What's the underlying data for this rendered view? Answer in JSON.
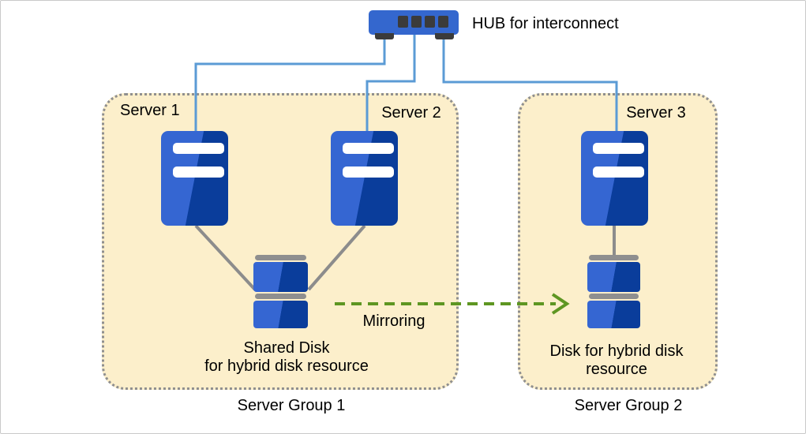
{
  "hub": {
    "label": "HUB for interconnect"
  },
  "groups": {
    "g1": {
      "title": "Server Group 1",
      "server1_label": "Server 1",
      "server2_label": "Server 2",
      "disk_label_line1": "Shared Disk",
      "disk_label_line2": "for hybrid disk resource"
    },
    "g2": {
      "title": "Server Group 2",
      "server3_label": "Server 3",
      "disk_label_line1": "Disk for hybrid disk",
      "disk_label_line2": "resource"
    }
  },
  "mirroring": {
    "label": "Mirroring"
  },
  "colors": {
    "group_fill": "#FCEFCB",
    "group_border_dotted": "#8F8F8F",
    "icon_blue_light": "#3566D2",
    "icon_blue_dark": "#0A3D9B",
    "hub_blue": "#3467CE",
    "hub_port_dark": "#3B3B3B",
    "interconnect_line_blue": "#5B9BD5",
    "disk_link_gray": "#8C8C8C",
    "disk_cap_gray": "#8F8F8F",
    "mirroring_arrow_green": "#5E9622",
    "canvas_border": "#C9C9C9",
    "text": "#000000"
  }
}
